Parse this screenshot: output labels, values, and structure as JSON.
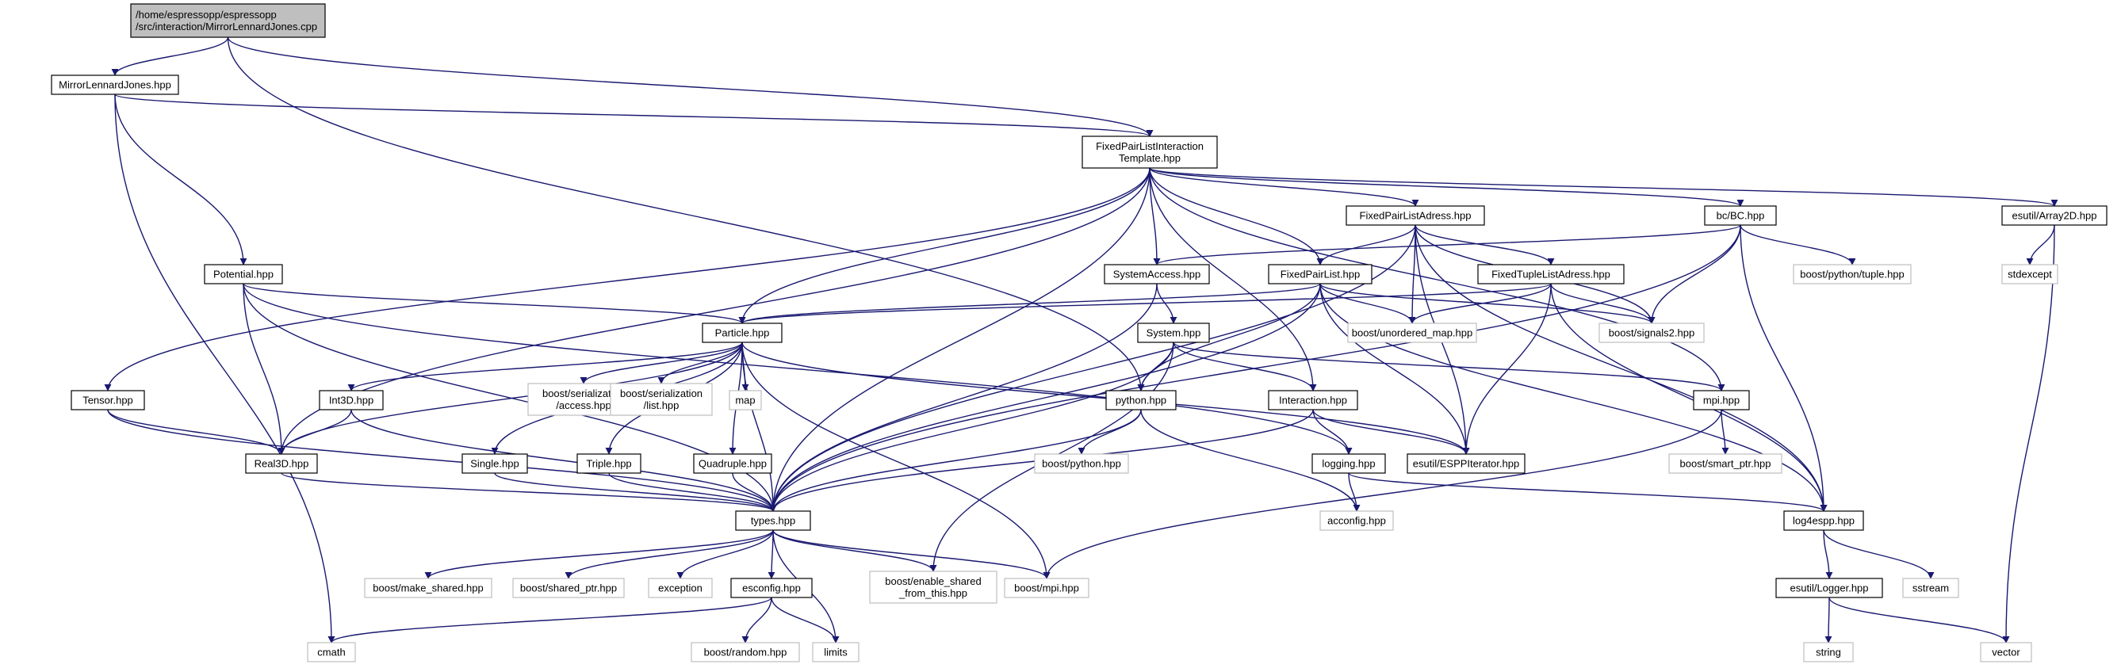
{
  "title": "",
  "edge_color": "#191970",
  "nodes": {
    "root": [
      "/home/espressopp/espressopp",
      "/src/interaction/MirrorLennardJones.cpp"
    ],
    "mirror": [
      "MirrorLennardJones.hpp"
    ],
    "fpli": [
      "FixedPairListInteraction",
      "Template.hpp"
    ],
    "potential": [
      "Potential.hpp"
    ],
    "sysacc": [
      "SystemAccess.hpp"
    ],
    "fpladress": [
      "FixedPairListAdress.hpp"
    ],
    "bc": [
      "bc/BC.hpp"
    ],
    "array2d": [
      "esutil/Array2D.hpp"
    ],
    "fpl": [
      "FixedPairList.hpp"
    ],
    "ftladress": [
      "FixedTupleListAdress.hpp"
    ],
    "pytuple": [
      "boost/python/tuple.hpp"
    ],
    "stdexcept": [
      "stdexcept"
    ],
    "particle": [
      "Particle.hpp"
    ],
    "system": [
      "System.hpp"
    ],
    "unordered": [
      "boost/unordered_map.hpp"
    ],
    "signals2": [
      "boost/signals2.hpp"
    ],
    "tensor": [
      "Tensor.hpp"
    ],
    "int3d": [
      "Int3D.hpp"
    ],
    "seraccess": [
      "boost/serialization",
      "/access.hpp"
    ],
    "serlist": [
      "boost/serialization",
      "/list.hpp"
    ],
    "map": [
      "map"
    ],
    "python": [
      "python.hpp"
    ],
    "interaction": [
      "Interaction.hpp"
    ],
    "mpi": [
      "mpi.hpp"
    ],
    "real3d": [
      "Real3D.hpp"
    ],
    "single": [
      "Single.hpp"
    ],
    "triple": [
      "Triple.hpp"
    ],
    "quadruple": [
      "Quadruple.hpp"
    ],
    "boostpython": [
      "boost/python.hpp"
    ],
    "logging": [
      "logging.hpp"
    ],
    "espp": [
      "esutil/ESPPIterator.hpp"
    ],
    "smartptr": [
      "boost/smart_ptr.hpp"
    ],
    "types": [
      "types.hpp"
    ],
    "acconfig": [
      "acconfig.hpp"
    ],
    "log4espp": [
      "log4espp.hpp"
    ],
    "makeshared": [
      "boost/make_shared.hpp"
    ],
    "sharedptr": [
      "boost/shared_ptr.hpp"
    ],
    "exception": [
      "exception"
    ],
    "esconfig": [
      "esconfig.hpp"
    ],
    "enableshared": [
      "boost/enable_shared",
      "_from_this.hpp"
    ],
    "boostmpi": [
      "boost/mpi.hpp"
    ],
    "logger": [
      "esutil/Logger.hpp"
    ],
    "sstream": [
      "sstream"
    ],
    "cmath": [
      "cmath"
    ],
    "random": [
      "boost/random.hpp"
    ],
    "limits": [
      "limits"
    ],
    "string": [
      "string"
    ],
    "vector": [
      "vector"
    ]
  }
}
